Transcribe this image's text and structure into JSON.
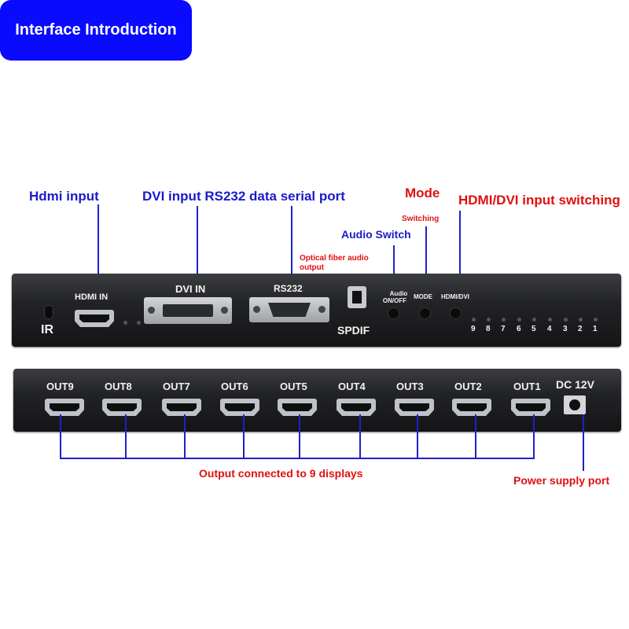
{
  "title": "Interface Introduction",
  "callouts": {
    "hdmi_input": "Hdmi input",
    "dvi_rs232": "DVI input RS232 data serial port",
    "mode": "Mode",
    "mode_switching": "Switching",
    "hdmi_dvi_switching": "HDMI/DVI input switching",
    "audio_switch": "Audio Switch",
    "optical_line1": "Optical fiber audio",
    "optical_line2": "output",
    "outputs": "Output connected to 9 displays",
    "power": "Power supply port"
  },
  "front_panel": {
    "ir": "IR",
    "hdmi_in": "HDMI IN",
    "dvi_in": "DVI IN",
    "rs232": "RS232",
    "spdif": "SPDIF",
    "audio_line1": "Audio",
    "audio_line2": "ON/OFF",
    "mode": "MODE",
    "hdmi_dvi": "HDMI/DVI",
    "channels": [
      "9",
      "8",
      "7",
      "6",
      "5",
      "4",
      "3",
      "2",
      "1"
    ]
  },
  "back_panel": {
    "outputs": [
      "OUT9",
      "OUT8",
      "OUT7",
      "OUT6",
      "OUT5",
      "OUT4",
      "OUT3",
      "OUT2",
      "OUT1"
    ],
    "dc": "DC 12V"
  },
  "colors": {
    "title_bg": "#0a0aff",
    "callout_blue": "#1a1acc",
    "callout_red": "#e01010",
    "panel": "#1e1f22"
  }
}
